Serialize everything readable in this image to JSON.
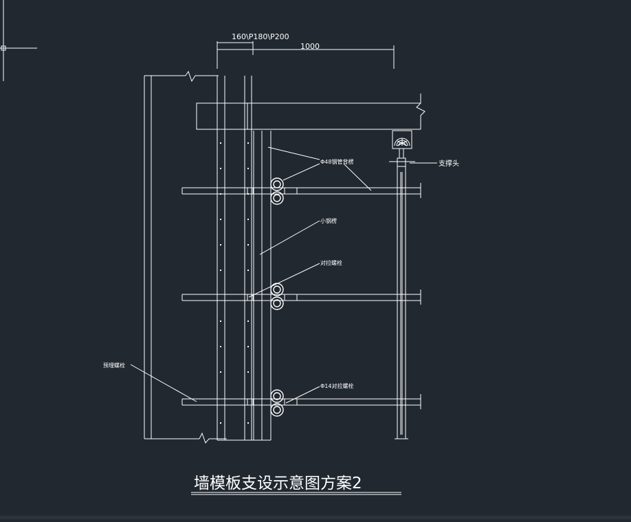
{
  "drawing": {
    "title": "墙模板支设示意图方案2",
    "dimensions": {
      "thickness": "160\\P180\\P200",
      "span": "1000"
    },
    "labels": {
      "steel_pipe": "Φ48钢管背楞",
      "small_timber": "小钢楞",
      "tie_bolt": "对拉螺栓",
      "embedded_bolt": "预埋螺栓",
      "phi14_bolt": "Φ14对拉螺栓",
      "support_head": "支撑头"
    }
  },
  "colors": {
    "background": "#212830",
    "line": "#ffffff"
  }
}
